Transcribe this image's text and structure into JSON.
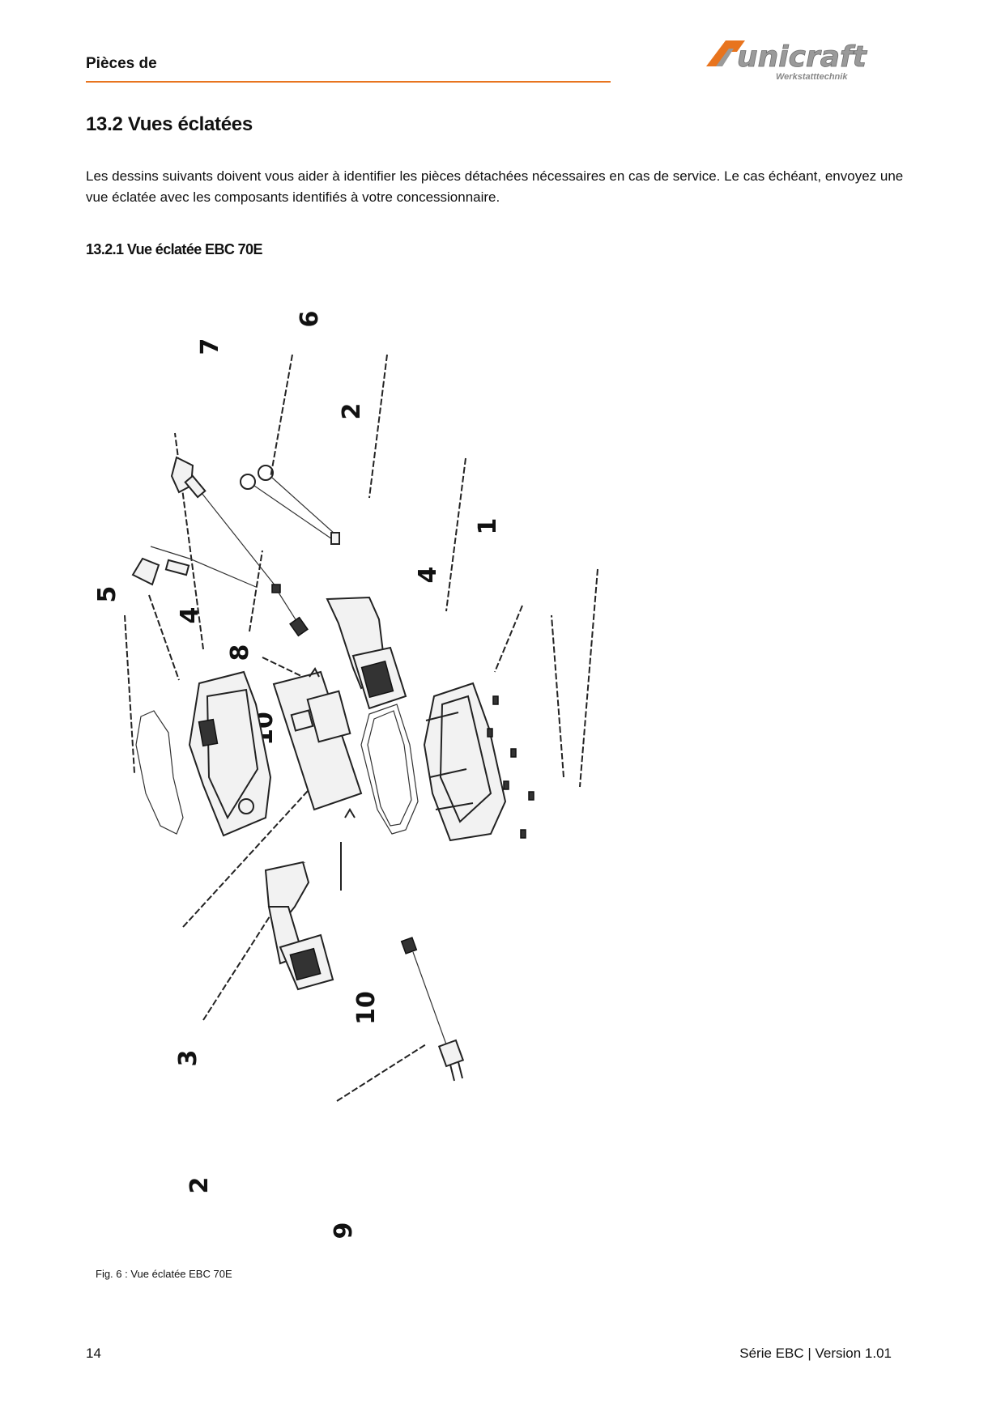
{
  "header": {
    "title": "Pièces de",
    "logo": {
      "brand": "unicraft",
      "tagline": "Werkstatttechnik",
      "accent_color": "#e8741e"
    }
  },
  "section": {
    "title": "13.2  Vues éclatées",
    "intro": "Les dessins suivants doivent vous aider à identifier les pièces détachées nécessaires en cas de service. Le cas échéant, envoyez une vue éclatée avec les composants identifiés à votre concessionnaire.",
    "subsection_title": "13.2.1 Vue éclatée EBC 70E"
  },
  "figure": {
    "callouts": {
      "c1": "1",
      "c2a": "2",
      "c2b": "2",
      "c3": "3",
      "c4a": "4",
      "c4b": "4",
      "c5": "5",
      "c6": "6",
      "c7": "7",
      "c8": "8",
      "c9": "9",
      "c10a": "10",
      "c10b": "10"
    },
    "caption": "Fig. 6 : Vue éclatée EBC 70E"
  },
  "footer": {
    "page_number": "14",
    "version": "Série EBC | Version 1.01"
  }
}
